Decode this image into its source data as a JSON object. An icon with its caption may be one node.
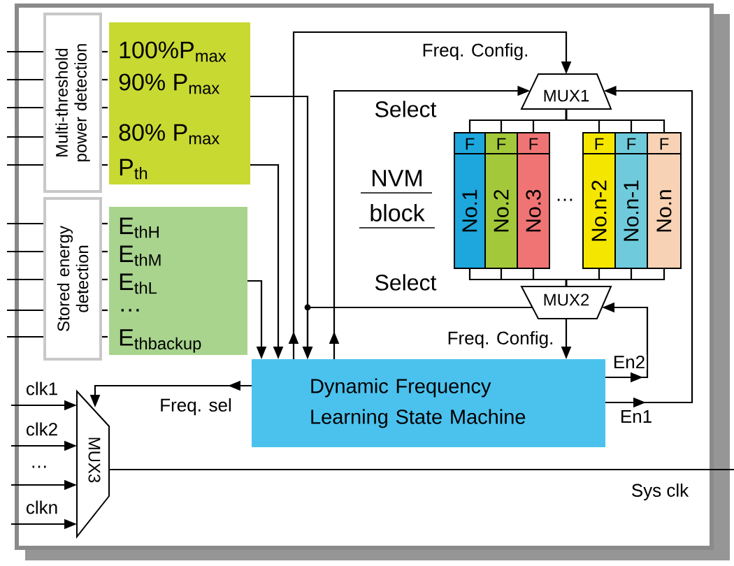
{
  "diagram": {
    "nodes": [
      {
        "text": [
          "Multi-threshold power detection"
        ]
      },
      {
        "text": [
          "100%P$_{max}$",
          "90% P$_{max}$",
          "80% P$_{max}$",
          "P$_{th}$"
        ]
      },
      {
        "text": [
          "Stored energy detection"
        ]
      },
      {
        "text": [
          "E$_{thH}$",
          "E$_{thM}$",
          "E$_{thL}$",
          "…",
          "E$_{thbackup}$"
        ]
      },
      {
        "text": [
          "MUX1"
        ]
      },
      {
        "text": [
          "F",
          "No.1"
        ]
      },
      {
        "text": [
          "F",
          "No.2"
        ]
      },
      {
        "text": [
          "F",
          "No.3"
        ]
      },
      {
        "text": [
          "F",
          "No.n-2"
        ]
      },
      {
        "text": [
          "F",
          "No.n-1"
        ]
      },
      {
        "text": [
          "F",
          "No.n"
        ]
      },
      {
        "text": [
          "MUX2"
        ]
      },
      {
        "text": [
          "Dynamic Frequency Learning State Machine"
        ]
      },
      {
        "text": [
          "MUX3"
        ]
      }
    ],
    "edges": [
      {
        "from": 12,
        "to": 4,
        "arrow": "to",
        "label": "Freq. Config."
      },
      {
        "from": 12,
        "to": 4,
        "arrow": "to"
      },
      {
        "from": 12,
        "to": 4,
        "arrow": "to",
        "label": "En1"
      },
      {
        "from": 12,
        "to": 11,
        "arrow": "to",
        "label": "En2"
      },
      {
        "from": 11,
        "to": 12,
        "arrow": "to",
        "label": "Freq. Config."
      },
      {
        "from": 11,
        "to": 12,
        "arrow": "to"
      },
      {
        "from": 1,
        "to": 12,
        "arrow": "to"
      },
      {
        "from": 1,
        "to": 12,
        "arrow": "to"
      },
      {
        "from": 3,
        "to": 12,
        "arrow": "to"
      },
      {
        "from": 12,
        "to": 13,
        "arrow": "to",
        "label": "Freq. sel"
      },
      {
        "from": 4,
        "to": 5,
        "arrow": "none"
      },
      {
        "from": 4,
        "to": 6,
        "arrow": "none"
      },
      {
        "from": 4,
        "to": 7,
        "arrow": "none"
      },
      {
        "from": 4,
        "to": 8,
        "arrow": "none"
      },
      {
        "from": 4,
        "to": 9,
        "arrow": "none"
      },
      {
        "from": 4,
        "to": 10,
        "arrow": "none"
      },
      {
        "from": 5,
        "to": 11,
        "arrow": "none"
      },
      {
        "from": 6,
        "to": 11,
        "arrow": "none"
      },
      {
        "from": 7,
        "to": 11,
        "arrow": "none"
      },
      {
        "from": 8,
        "to": 11,
        "arrow": "none"
      },
      {
        "from": 9,
        "to": 11,
        "arrow": "none"
      },
      {
        "from": 10,
        "to": 11,
        "arrow": "none"
      },
      {
        "from": null,
        "to": 13,
        "arrow": "to",
        "label": "clk1"
      },
      {
        "from": null,
        "to": 13,
        "arrow": "to",
        "label": "clk2"
      },
      {
        "from": null,
        "to": 13,
        "arrow": "to",
        "label": "…"
      },
      {
        "from": null,
        "to": 13,
        "arrow": "to",
        "label": "clkn"
      },
      {
        "from": 13,
        "to": null,
        "arrow": "none",
        "label": "Sys clk"
      }
    ],
    "labels": [
      "Select",
      "NVM block",
      "…",
      "Select"
    ]
  }
}
